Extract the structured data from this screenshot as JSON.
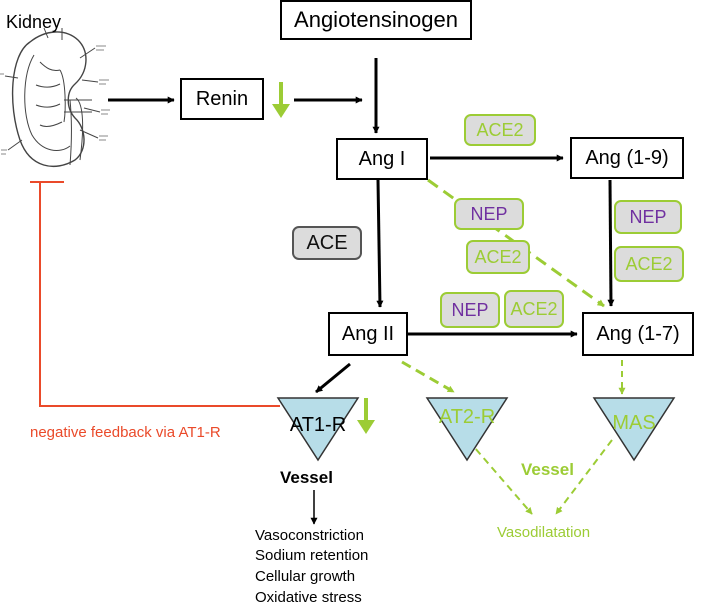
{
  "colors": {
    "black": "#000000",
    "green": "#9ccc35",
    "purple": "#7030a0",
    "red": "#ea4a2a",
    "receptor_fill": "#b7dde8",
    "enzyme_fill": "#dcdcdc"
  },
  "kidney": {
    "label": "Kidney",
    "icon": "kidney-anatomy-icon"
  },
  "nodes": {
    "angiotensinogen": "Angiotensinogen",
    "renin": "Renin",
    "ang1": "Ang I",
    "ang19": "Ang (1-9)",
    "ang2": "Ang II",
    "ang17": "Ang (1-7)"
  },
  "enzymes": {
    "ace2_top": "ACE2",
    "nep_diag": "NEP",
    "ace2_diag": "ACE2",
    "nep_right": "NEP",
    "ace2_right": "ACE2",
    "ace": "ACE",
    "nep_mid": "NEP",
    "ace2_mid": "ACE2"
  },
  "receptors": {
    "at1r": "AT1-R",
    "at2r": "AT2-R",
    "mas": "MAS"
  },
  "feedback": {
    "label": "negative feedback via AT1-R"
  },
  "vessel": {
    "left": "Vessel",
    "right": "Vessel"
  },
  "effects": {
    "left": [
      "Vasoconstriction",
      "Sodium retention",
      "Cellular growth",
      "Oxidative stress"
    ],
    "right": "Vasodilatation"
  },
  "indicators": {
    "renin": "down-arrow-icon",
    "at1r": "down-arrow-icon"
  }
}
